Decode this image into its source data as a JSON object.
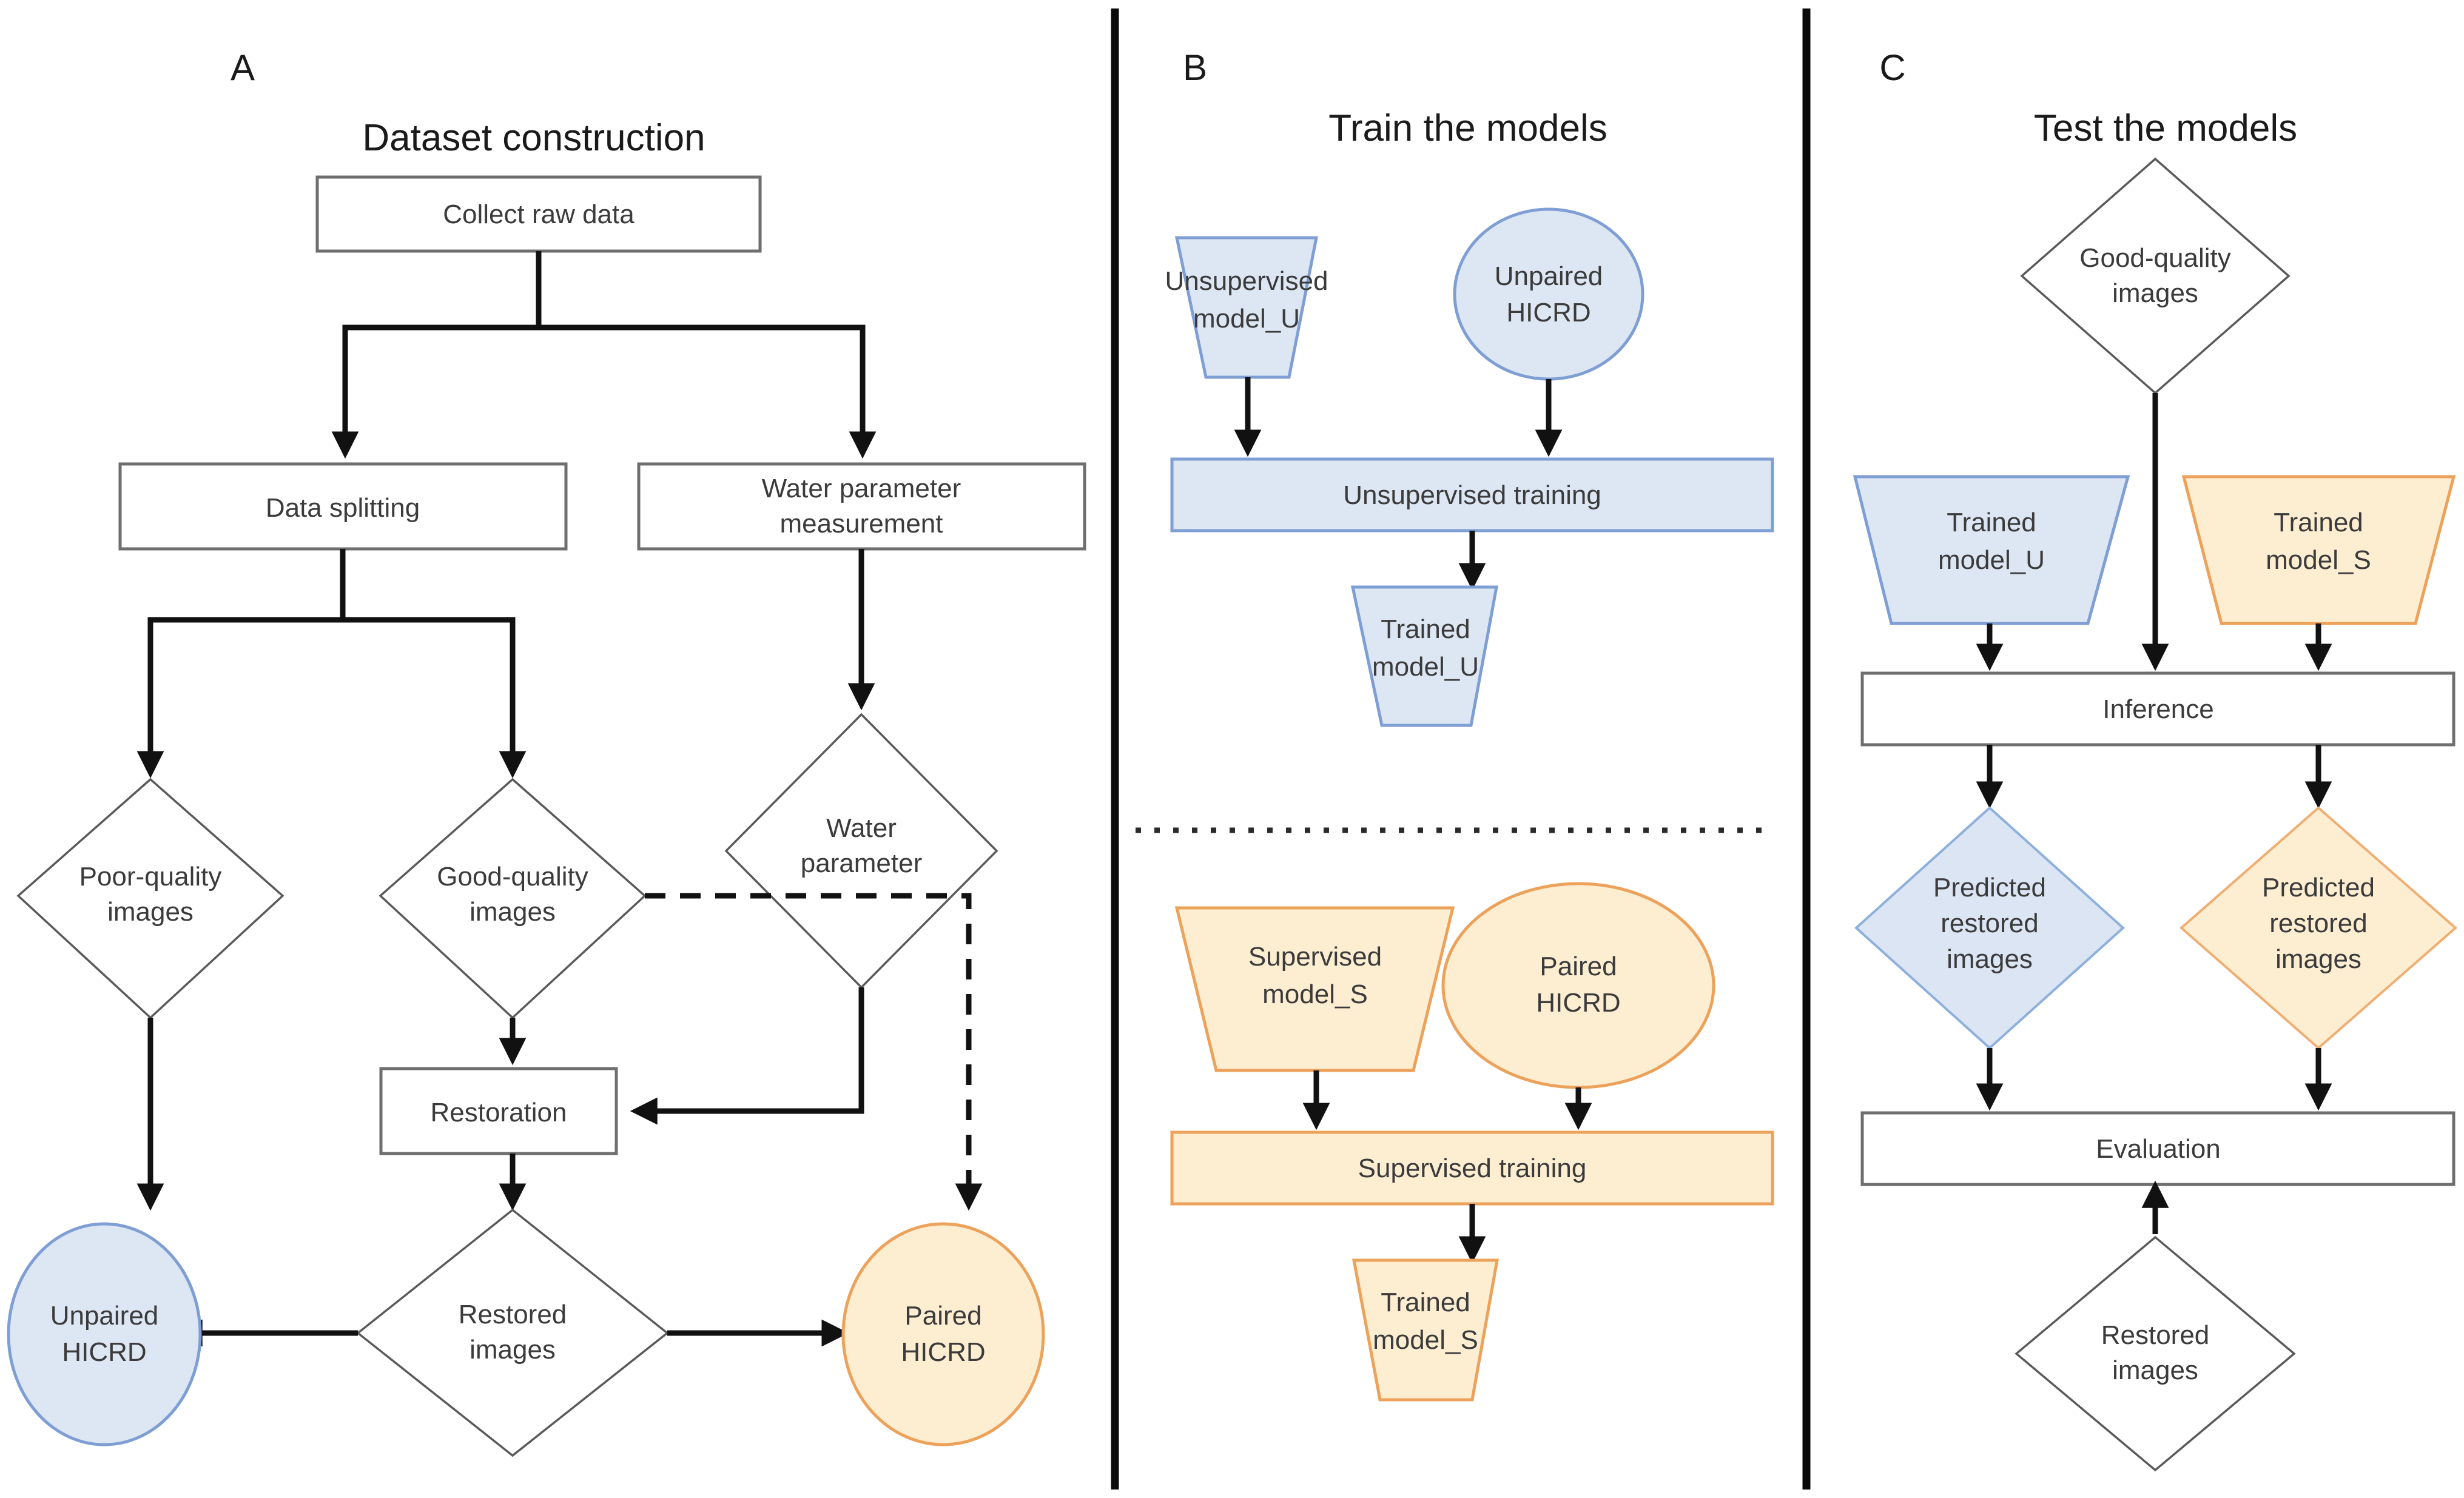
{
  "figure": {
    "panels": [
      {
        "letter": "A",
        "title": "Dataset construction",
        "nodes": {
          "collect_raw_data": "Collect raw data",
          "data_splitting": "Data splitting",
          "water_parameter_measurement_line1": "Water parameter",
          "water_parameter_measurement_line2": "measurement",
          "water_parameter_line1": "Water",
          "water_parameter_line2": "parameter",
          "poor_quality_line1": "Poor-quality",
          "poor_quality_line2": "images",
          "good_quality_line1": "Good-quality",
          "good_quality_line2": "images",
          "restoration": "Restoration",
          "restored_images_line1": "Restored",
          "restored_images_line2": "images",
          "unpaired_hicrd_line1": "Unpaired",
          "unpaired_hicrd_line2": "HICRD",
          "paired_hicrd_line1": "Paired",
          "paired_hicrd_line2": "HICRD"
        }
      },
      {
        "letter": "B",
        "title": "Train the models",
        "nodes": {
          "unsupervised_model_line1": "Unsupervised",
          "unsupervised_model_line2": "model_U",
          "unpaired_hicrd_line1": "Unpaired",
          "unpaired_hicrd_line2": "HICRD",
          "unsupervised_training": "Unsupervised training",
          "trained_model_u_line1": "Trained",
          "trained_model_u_line2": "model_U",
          "supervised_model_line1": "Supervised",
          "supervised_model_line2": "model_S",
          "paired_hicrd_line1": "Paired",
          "paired_hicrd_line2": "HICRD",
          "supervised_training": "Supervised training",
          "trained_model_s_line1": "Trained",
          "trained_model_s_line2": "model_S"
        }
      },
      {
        "letter": "C",
        "title": "Test the models",
        "nodes": {
          "good_quality_line1": "Good-quality",
          "good_quality_line2": "images",
          "trained_model_u_line1": "Trained",
          "trained_model_u_line2": "model_U",
          "trained_model_s_line1": "Trained",
          "trained_model_s_line2": "model_S",
          "inference": "Inference",
          "predicted_u_line1": "Predicted",
          "predicted_u_line2": "restored",
          "predicted_u_line3": "images",
          "predicted_s_line1": "Predicted",
          "predicted_s_line2": "restored",
          "predicted_s_line3": "images",
          "evaluation": "Evaluation",
          "restored_images_line1": "Restored",
          "restored_images_line2": "images"
        }
      }
    ],
    "colors": {
      "blue_fill": "#dde7f4",
      "blue_stroke": "#7f9fd4",
      "orange_fill": "#fdeed2",
      "orange_stroke": "#eda25b",
      "neutral_fill": "#ffffff",
      "neutral_stroke": "#6e6e6e",
      "edge": "#111111"
    }
  }
}
